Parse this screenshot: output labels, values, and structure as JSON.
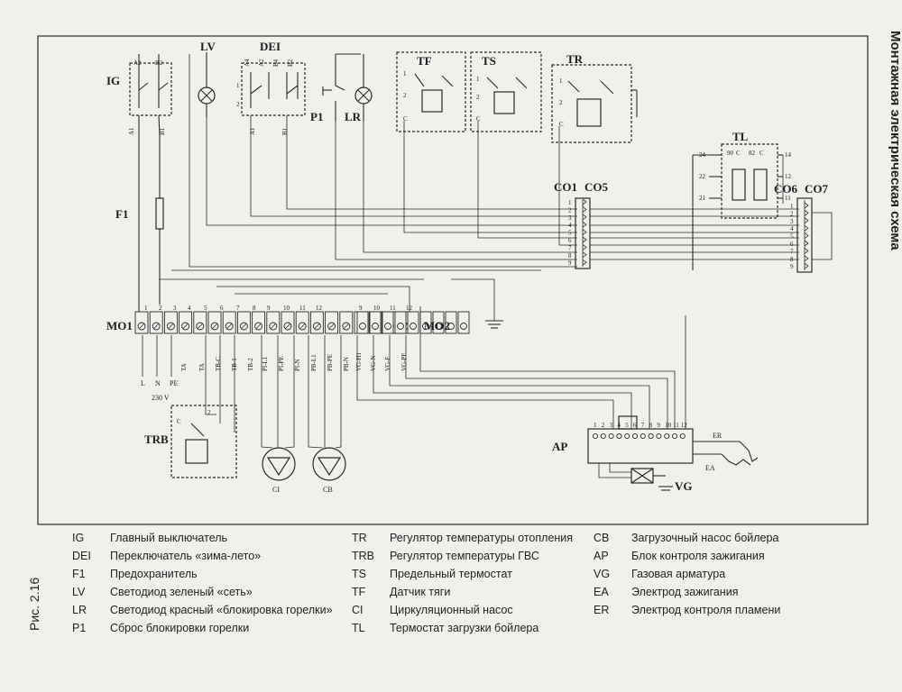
{
  "title": "Монтажная электрическая схема",
  "figure_label": "Рис. 2.16",
  "labels": {
    "IG": "IG",
    "LV": "LV",
    "DEI": "DEI",
    "P1": "P1",
    "LR": "LR",
    "TF": "TF",
    "TS": "TS",
    "TR": "TR",
    "TL": "TL",
    "F1": "F1",
    "TRB": "TRB",
    "AP": "AP",
    "VG": "VG",
    "CI": "CI",
    "CB": "CB",
    "ER": "ER",
    "EA": "EA",
    "MO1": "MO1",
    "MO2": "MO2",
    "CO1": "CO1",
    "CO5": "CO5",
    "CO6": "CO6",
    "CO7": "CO7",
    "voltage": "230 V"
  },
  "mains": [
    "L",
    "N",
    "PE"
  ],
  "terminals_mo": [
    "1",
    "2",
    "3",
    "4",
    "5",
    "6",
    "7",
    "8",
    "9",
    "10",
    "11",
    "12"
  ],
  "terminal_marks": [
    "TA",
    "TA",
    "TB-C",
    "TB-1",
    "TB-2",
    "PI-L1",
    "PI-PE",
    "PI-N",
    "PB-L1",
    "PB-PE",
    "PB-N",
    "VG-H1",
    "VG-N",
    "VG-F",
    "VG-PE"
  ],
  "ig_pins": [
    "A2",
    "B2",
    "A1",
    "B1"
  ],
  "dei_pins": [
    "A4",
    "A2",
    "B4",
    "B2",
    "A1",
    "B1"
  ],
  "connector_pins": [
    "1",
    "2",
    "3",
    "4",
    "5",
    "6",
    "7",
    "8",
    "9"
  ],
  "tl_pins": [
    "24",
    "90",
    "C",
    "82",
    "C",
    "14",
    "22",
    "12",
    "21",
    "11"
  ],
  "ap_pins": [
    "1",
    "2",
    "3",
    "4",
    "5",
    "6",
    "7",
    "8",
    "9",
    "10",
    "11",
    "12"
  ],
  "legend_col1": [
    {
      "code": "IG",
      "desc": "Главный выключатель"
    },
    {
      "code": "DEI",
      "desc": "Переключатель «зима-лето»"
    },
    {
      "code": "F1",
      "desc": "Предохранитель"
    },
    {
      "code": "LV",
      "desc": "Светодиод зеленый «сеть»"
    },
    {
      "code": "LR",
      "desc": "Светодиод красный «блокировка горелки»"
    },
    {
      "code": "P1",
      "desc": "Сброс блокировки горелки"
    }
  ],
  "legend_col2": [
    {
      "code": "TR",
      "desc": "Регулятор температуры отопления"
    },
    {
      "code": "TRB",
      "desc": "Регулятор температуры ГВС"
    },
    {
      "code": "TS",
      "desc": "Предельный термостат"
    },
    {
      "code": "TF",
      "desc": "Датчик тяги"
    },
    {
      "code": "CI",
      "desc": "Циркуляционный насос"
    },
    {
      "code": "TL",
      "desc": "Термостат загрузки бойлера"
    }
  ],
  "legend_col3": [
    {
      "code": "CB",
      "desc": "Загрузочный насос бойлера"
    },
    {
      "code": "AP",
      "desc": "Блок контроля зажигания"
    },
    {
      "code": "VG",
      "desc": "Газовая арматура"
    },
    {
      "code": "EA",
      "desc": "Электрод зажигания"
    },
    {
      "code": "ER",
      "desc": "Электрод контроля пламени"
    }
  ]
}
